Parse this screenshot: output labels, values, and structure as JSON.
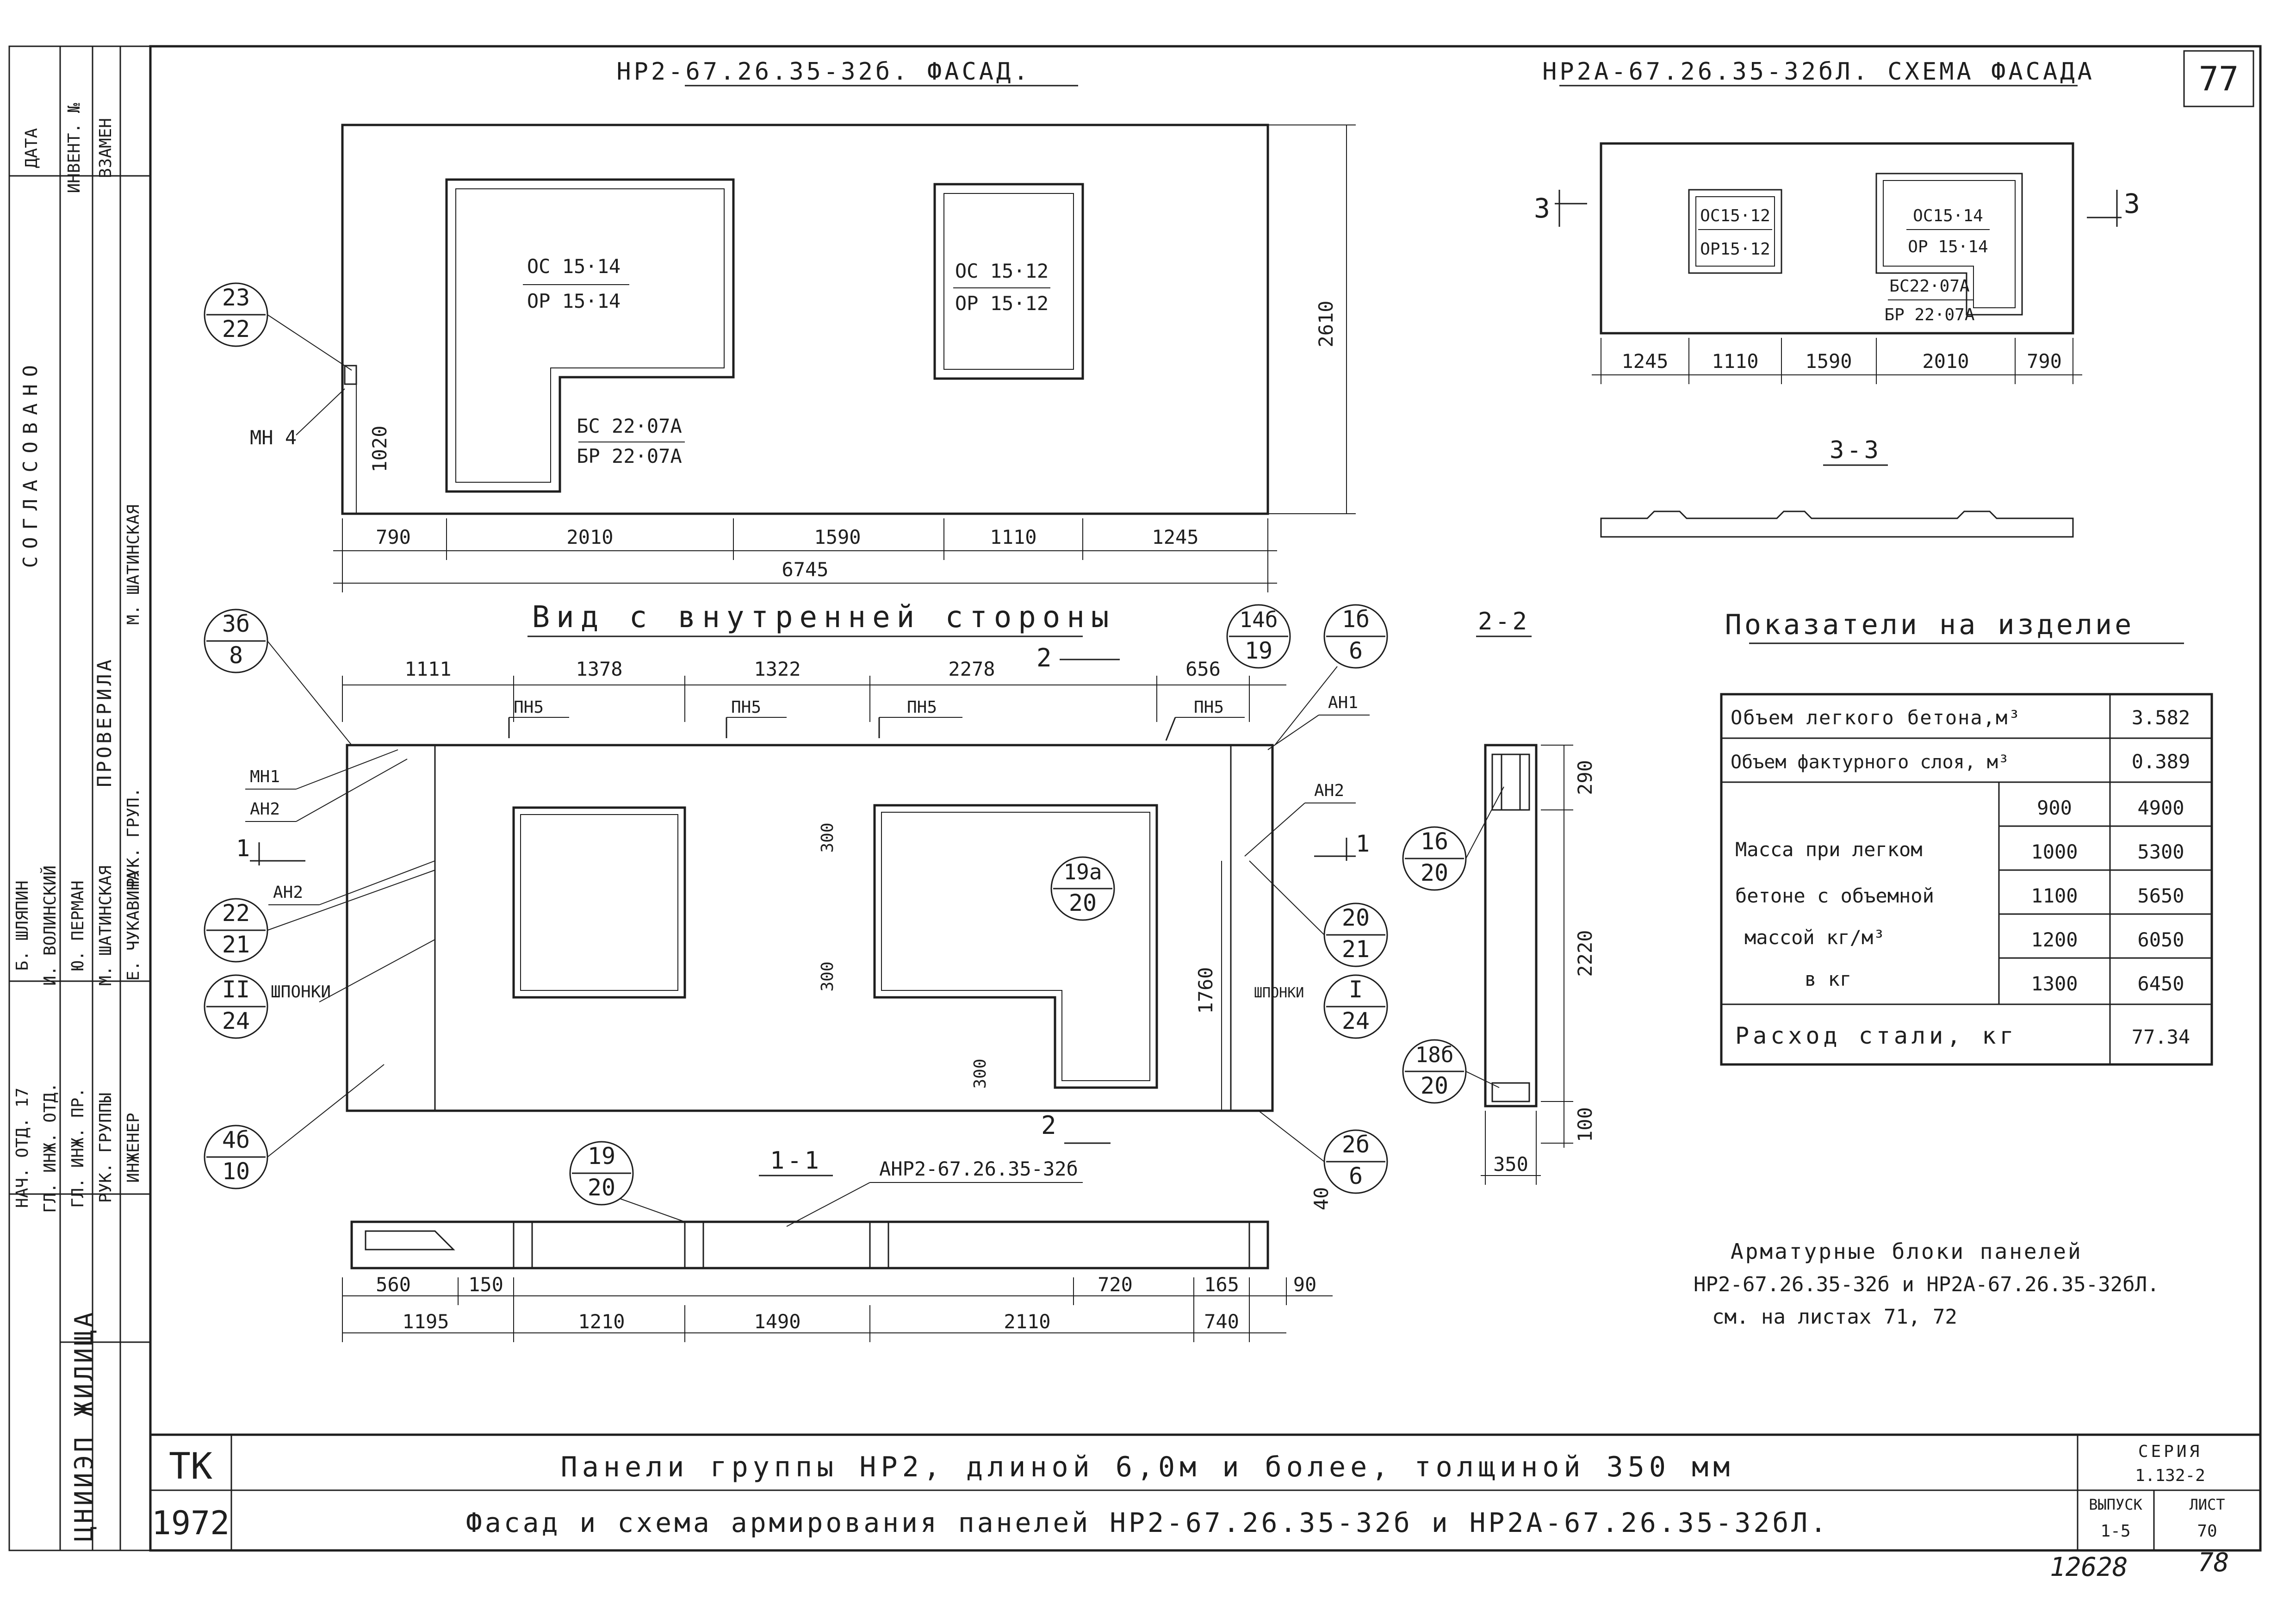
{
  "sheet": {
    "number": "77",
    "bottom_right_handwritten": "12628",
    "bottom_right_page": "78"
  },
  "facade": {
    "title": "НР2-67.26.35-32б. ФАСАД.",
    "window_large": {
      "l1": "ОС 15·14",
      "l2": "ОР 15·14"
    },
    "window_small": {
      "l1": "ОС 15·12",
      "l2": "ОР 15·12"
    },
    "balcony": {
      "l1": "БС 22·07А",
      "l2": "БР 22·07А"
    },
    "callout_23_22": {
      "top": "23",
      "bottom": "22"
    },
    "mn4": "МН 4",
    "dim_height": "2610",
    "dim_1020": "1020",
    "dims": [
      "790",
      "2010",
      "1590",
      "1110",
      "1245"
    ],
    "overall": "6745"
  },
  "scheme": {
    "title": "НР2А-67.26.35-32бЛ. СХЕМА ФАСАДА",
    "w1": {
      "l1": "ОС15·12",
      "l2": "ОР15·12"
    },
    "w2": {
      "l1": "ОС15·14",
      "l2": "ОР 15·14"
    },
    "bal": {
      "l1": "БС22·07А",
      "l2": "БР 22·07А"
    },
    "cut_label": "3",
    "dims": [
      "1245",
      "1110",
      "1590",
      "2010",
      "790"
    ],
    "section_label": "3-3"
  },
  "interior": {
    "title": "Вид с внутренней стороны",
    "dims_top": [
      "1111",
      "1378",
      "1322",
      "2278",
      "656"
    ],
    "cut2": "2",
    "pn5": "ПН5",
    "an1": "АН1",
    "mn1": "МН1",
    "an2": "АН2",
    "cut1": "1",
    "shponki": "ШПОНКИ",
    "dim_300": "300",
    "dim_1760": "1760",
    "callouts": {
      "c3b8": {
        "top": "3б",
        "bottom": "8"
      },
      "c14b19": {
        "top": "14б",
        "bottom": "19"
      },
      "c1b6": {
        "top": "1б",
        "bottom": "6"
      },
      "c22_21": {
        "top": "22",
        "bottom": "21"
      },
      "cII24": {
        "top": "II",
        "bottom": "24"
      },
      "c4b10": {
        "top": "4б",
        "bottom": "10"
      },
      "c19a20": {
        "top": "19а",
        "bottom": "20"
      },
      "c20_21": {
        "top": "20",
        "bottom": "21"
      },
      "cI24": {
        "top": "I",
        "bottom": "24"
      },
      "c2b6": {
        "top": "2б",
        "bottom": "6"
      }
    }
  },
  "section11": {
    "label": "1-1",
    "block": "АНР2-67.26.35-32б",
    "callout": {
      "top": "19",
      "bottom": "20"
    },
    "dim_40": "40",
    "dims_upper": [
      "560",
      "150",
      "720",
      "165",
      "90"
    ],
    "dims_lower": [
      "1195",
      "1210",
      "1490",
      "2110",
      "740"
    ]
  },
  "section22": {
    "label": "2-2",
    "dims": [
      "290",
      "2220",
      "100"
    ],
    "dim_350": "350",
    "callouts": {
      "c16_20": {
        "top": "16",
        "bottom": "20"
      },
      "c18b20": {
        "top": "18б",
        "bottom": "20"
      }
    }
  },
  "indicators": {
    "title": "Показатели на изделие",
    "rows": [
      {
        "label": "Объем легкого бетона,м³",
        "value": "3.582"
      },
      {
        "label": "Объем фактурного слоя, м³",
        "value": "0.389"
      }
    ],
    "mass_label": [
      "Масса при легком",
      "бетоне с объемной",
      "массой кг/м³",
      "в кг"
    ],
    "mass": [
      {
        "density": "900",
        "mass": "4900"
      },
      {
        "density": "1000",
        "mass": "5300"
      },
      {
        "density": "1100",
        "mass": "5650"
      },
      {
        "density": "1200",
        "mass": "6050"
      },
      {
        "density": "1300",
        "mass": "6450"
      }
    ],
    "steel": {
      "label": "Расход стали, кг",
      "value": "77.34"
    }
  },
  "note": {
    "l1": "Арматурные блоки панелей",
    "l2": "НР2-67.26.35-32б и НР2А-67.26.35-32бЛ.",
    "l3": "см. на листах 71, 72"
  },
  "left_strip": {
    "soglasovano": "СОГЛАСОВАНО",
    "data": "ДАТА",
    "inv": "ИНВЕНТ. №",
    "vzamen": "ВЗАМЕН",
    "proverila": "ПРОВЕРИЛА",
    "people": [
      {
        "role": "НАЧ. ОТД. 17",
        "name": "Б. ШЛЯПИН"
      },
      {
        "role": "ГЛ. ИНЖ. ОТД.",
        "name": "И. ВОЛИНСКИЙ"
      },
      {
        "role": "ГЛ. ИНЖ. ПР.",
        "name": "Ю. ПЕРМАН"
      },
      {
        "role": "РУК. ГРУППЫ",
        "name": "М. ШАТИНСКАЯ"
      },
      {
        "role": "ИНЖЕНЕР",
        "name": "Е. ЧУКАВИНА"
      }
    ],
    "ruk_grupp": "РУК. ГРУП.",
    "checker": "М. ШАТИНСКАЯ",
    "org": "ЦНИИЭП ЖИЛИЩА"
  },
  "title_block": {
    "tk": "ТК",
    "year": "1972",
    "line1": "Панели группы НР2, длиной 6,0м и более, толщиной 350 мм",
    "line2": "Фасад и схема армирования панелей НР2-67.26.35-32б и НР2А-67.26.35-32бЛ.",
    "seria_label": "СЕРИЯ",
    "seria": "1.132-2",
    "vypusk_label": "ВЫПУСК",
    "vypusk": "1-5",
    "list_label": "ЛИСТ",
    "list": "70"
  }
}
